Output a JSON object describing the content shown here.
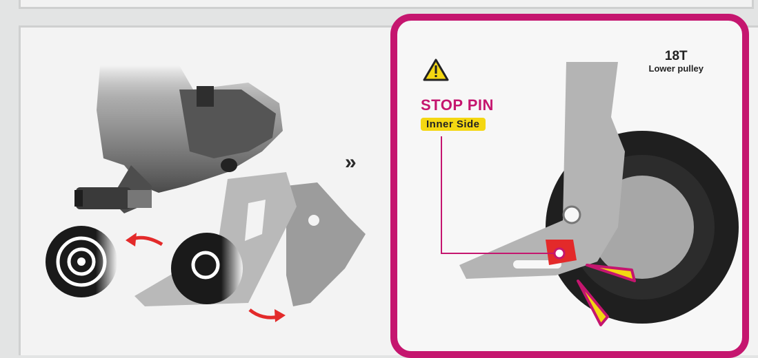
{
  "detail": {
    "stop_pin_label": "STOP PIN",
    "inner_side_label": "Inner Side",
    "pulley_teeth": "18T",
    "pulley_name": "Lower pulley"
  },
  "icons": {
    "next_step": "double-chevron-right-icon",
    "warning": "warning-triangle-icon"
  },
  "colors": {
    "accent": "#c5166f",
    "highlight": "#f4d712",
    "arrow_red": "#e32a2a",
    "background": "#e3e4e4"
  }
}
